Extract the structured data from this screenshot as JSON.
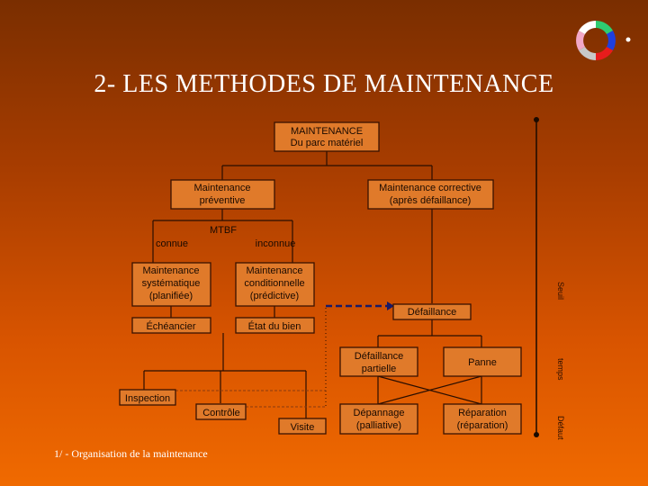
{
  "slide": {
    "title": "2- LES METHODES DE MAINTENANCE",
    "footer": "1/ - Organisation de la maintenance"
  },
  "logo": {
    "icon": "color-ring-icon",
    "colors": [
      "#2ecc71",
      "#1e3fe0",
      "#e81c1c",
      "#f2a8c8",
      "#c8c8c8"
    ]
  },
  "diagram": {
    "maintenance": {
      "line1": "MAINTENANCE",
      "line2": "Du parc matériel"
    },
    "preventive": {
      "line1": "Maintenance",
      "line2": "préventive"
    },
    "corrective": {
      "line1": "Maintenance corrective",
      "line2": "(après défaillance)"
    },
    "mtbf": "MTBF",
    "connue": "connue",
    "inconnue": "inconnue",
    "systematique": {
      "line1": "Maintenance",
      "line2": "systématique",
      "line3": "(planifiée)"
    },
    "conditionnelle": {
      "line1": "Maintenance",
      "line2": "conditionnelle",
      "line3": "(prédictive)"
    },
    "echeancier": "Échéancier",
    "etat_du_bien": "État du bien",
    "defaillance": "Défaillance",
    "defaillance_partielle": {
      "line1": "Défaillance",
      "line2": "partielle"
    },
    "panne": "Panne",
    "inspection": "Inspection",
    "controle": "Contrôle",
    "visite": "Visite",
    "depannage": {
      "line1": "Dépannage",
      "line2": "(palliative)"
    },
    "reparation": {
      "line1": "Réparation",
      "line2": "(réparation)"
    }
  },
  "side_labels": {
    "top": "Seuil",
    "middle": "temps",
    "bottom": "Défaut"
  },
  "colors": {
    "box_fill": "#e07a2a",
    "line": "#2a0e00",
    "dashed_arrow": "#1a1a66"
  }
}
